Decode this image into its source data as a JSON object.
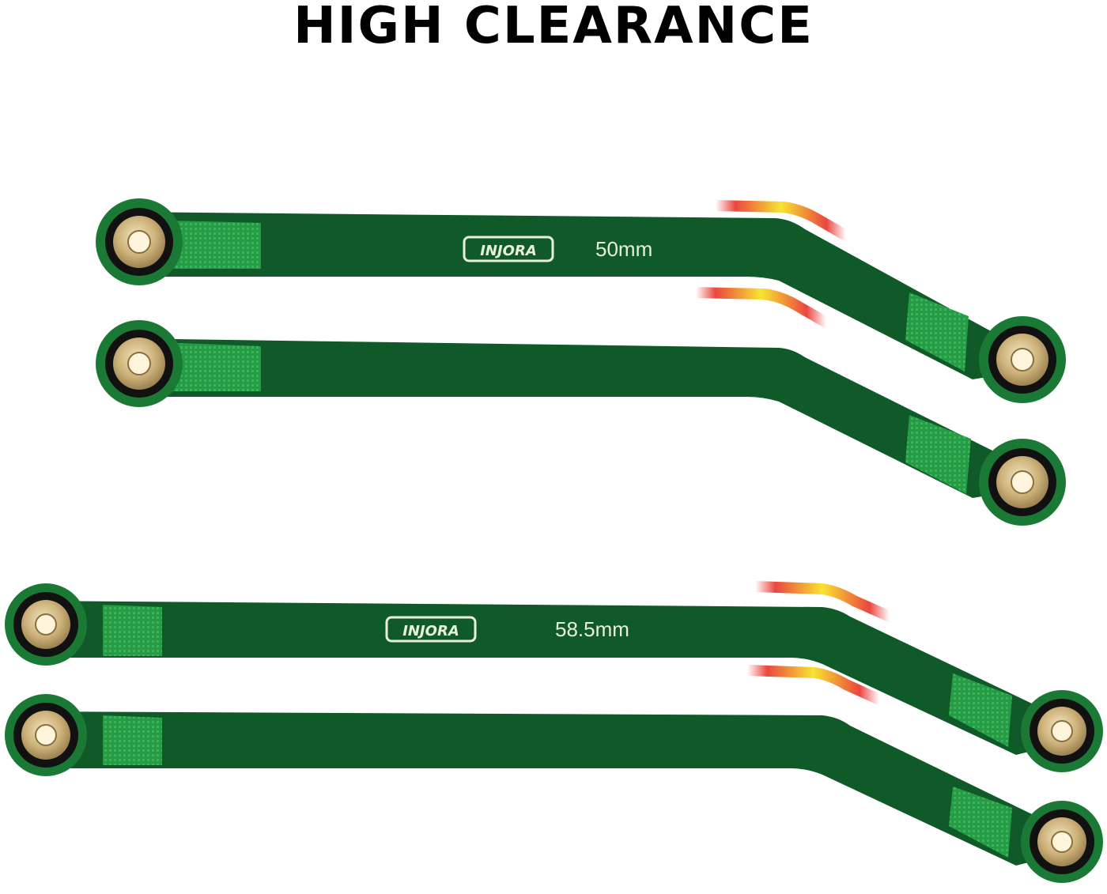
{
  "heading": "HIGH CLEARANCE",
  "brand": "INJORA",
  "links_50": {
    "length_label": "50mm"
  },
  "links_58": {
    "length_label": "58.5mm"
  },
  "colors": {
    "link_green": "#1a7a35",
    "link_dark": "#0f5a28",
    "link_light": "#2f9e4c",
    "bushing_brass": "#c9b07a",
    "rubber_ring": "#111111",
    "heat_red": "#e8322a",
    "heat_yellow": "#f7e11a"
  }
}
